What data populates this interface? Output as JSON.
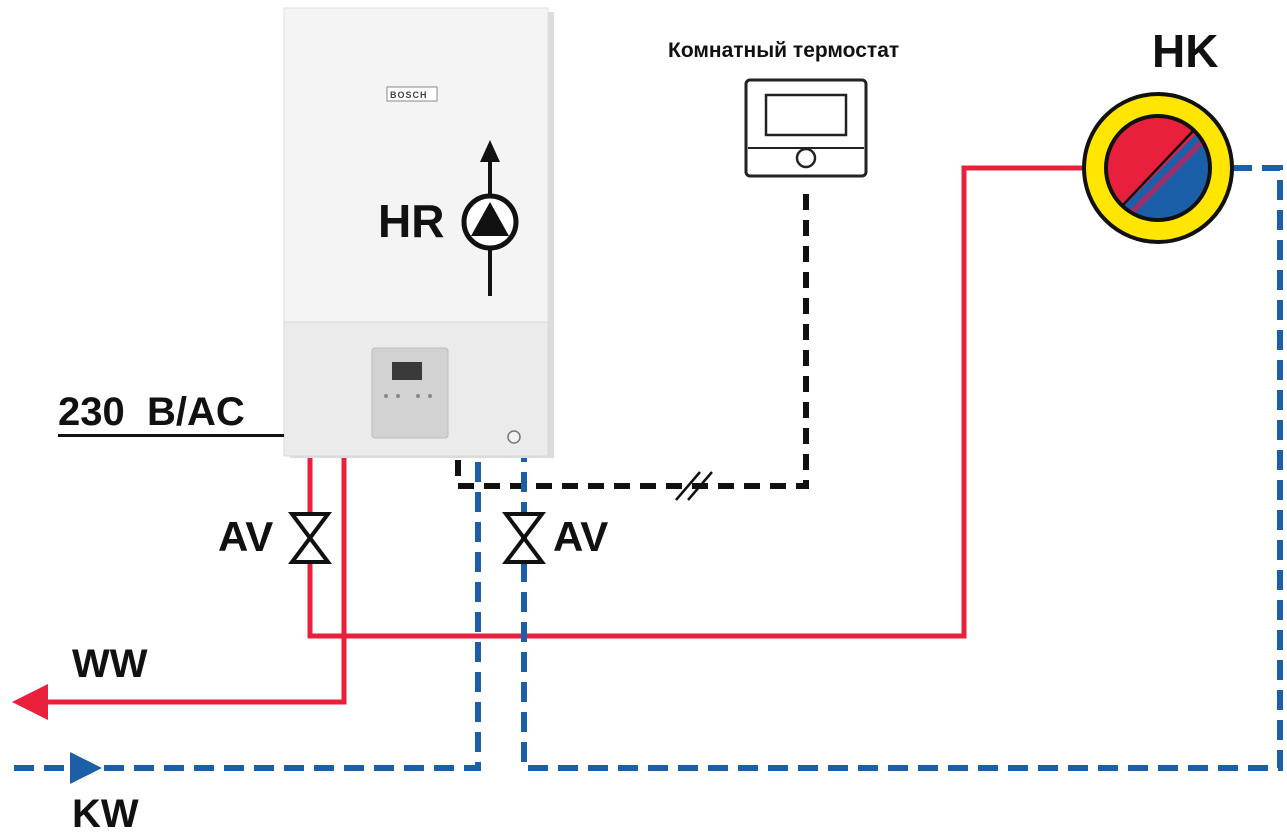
{
  "labels": {
    "thermostat": "Комнатный термостат",
    "hk": "HK",
    "hr": "HR",
    "power": "230  B/AC",
    "av_left": "AV",
    "av_right": "AV",
    "ww": "WW",
    "kw": "KW",
    "brand": "BOSCH"
  },
  "colors": {
    "hot_pipe": "#e8203c",
    "cold_pipe": "#1a5fa8",
    "control_cable": "#111111",
    "radiator_ring": "#ffe600",
    "boiler_body": "#f2f2f2",
    "control_panel": "#d6d6d6"
  },
  "icons": {
    "pump": "pump-icon",
    "valve": "valve-icon",
    "radiator": "radiator-icon",
    "thermostat": "thermostat-device-icon",
    "boiler": "gas-boiler-icon",
    "flow_arrow": "arrow-icon"
  }
}
